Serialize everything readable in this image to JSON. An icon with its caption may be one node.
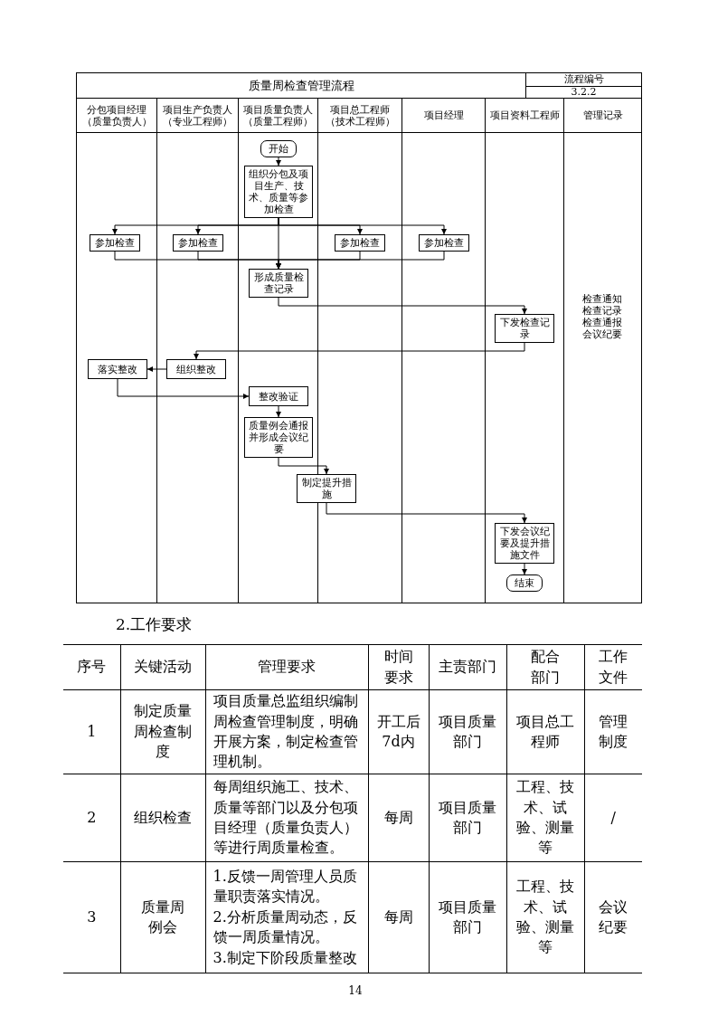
{
  "diagram": {
    "title": "质量周检查管理流程",
    "nodes": [
      {
        "text": [
          "分包项目经理（质量负责人）"
        ]
      },
      {
        "text": [
          "项目生产负责人（专业工程师）"
        ]
      },
      {
        "text": [
          "项目质量负责人（质量工程师）"
        ]
      },
      {
        "text": [
          "项目总工程师（技术工程师）"
        ]
      },
      {
        "text": [
          "项目经理"
        ]
      },
      {
        "text": [
          "项目资料工程师"
        ]
      },
      {
        "text": [
          "管理记录",
          "检查通知检查记录检查通报会议纪要"
        ]
      },
      {
        "text": [
          "开始"
        ],
        "in": 2
      },
      {
        "text": [
          "组织分包及项目生产、技术、质量等参加检查"
        ],
        "in": 2
      },
      {
        "text": [
          "参加检查"
        ],
        "in": 0
      },
      {
        "text": [
          "参加检查"
        ],
        "in": 1
      },
      {
        "text": [
          "参加检查"
        ],
        "in": 3
      },
      {
        "text": [
          "参加检查"
        ],
        "in": 4
      },
      {
        "text": [
          "形成质量检查记录"
        ],
        "in": 2
      },
      {
        "text": [
          "下发检查记录"
        ],
        "in": 5
      },
      {
        "text": [
          "落实整改"
        ],
        "in": 0
      },
      {
        "text": [
          "组织整改"
        ],
        "in": 1
      },
      {
        "text": [
          "整改验证"
        ],
        "in": 2
      },
      {
        "text": [
          "质量例会通报并形成会议纪要"
        ],
        "in": 2
      },
      {
        "text": [
          "制定提升措施"
        ]
      },
      {
        "text": [
          "下发会议纪要及提升措施文件"
        ],
        "in": 5
      },
      {
        "text": [
          "结束"
        ],
        "in": 5
      }
    ],
    "edges": [
      {
        "from": 7,
        "to": 8,
        "arrow": "to"
      },
      {
        "from": 8,
        "to": 9,
        "arrow": "to"
      },
      {
        "from": 8,
        "to": 10,
        "arrow": "to"
      },
      {
        "from": 8,
        "to": 11,
        "arrow": "to"
      },
      {
        "from": 8,
        "to": 12,
        "arrow": "to"
      },
      {
        "from": 8,
        "to": 13,
        "arrow": "to"
      },
      {
        "from": 9,
        "to": 13,
        "arrow": "to"
      },
      {
        "from": 10,
        "to": 13,
        "arrow": "to"
      },
      {
        "from": 11,
        "to": 13,
        "arrow": "to"
      },
      {
        "from": 12,
        "to": 13,
        "arrow": "to"
      },
      {
        "from": 13,
        "to": 14,
        "arrow": "to"
      },
      {
        "from": 14,
        "to": 16,
        "arrow": "to"
      },
      {
        "from": 16,
        "to": 15,
        "arrow": "to"
      },
      {
        "from": 15,
        "to": 17,
        "arrow": "to"
      },
      {
        "from": 17,
        "to": 18,
        "arrow": "to"
      },
      {
        "from": 18,
        "to": 19,
        "arrow": "to"
      },
      {
        "from": 19,
        "to": 20,
        "arrow": "to"
      },
      {
        "from": 20,
        "to": 21,
        "arrow": "to"
      }
    ],
    "labels": [
      "流程编号",
      "3.2.2",
      "2.工作要求",
      "序号",
      "关键活动",
      "管理要求",
      "时间要求",
      "主责部门",
      "配合部门",
      "工作文件",
      "1",
      "制定质量周检查制度",
      "项目质量总监组织编制周检查管理制度，明确开展方案，制定检查管理机制。",
      "开工后7d内",
      "项目质量部门",
      "项目总工程师",
      "管理制度",
      "2",
      "组织检查",
      "每周组织施工、技术、质量等部门以及分包项目经理（质量负责人）等进行周质量检查。",
      "每周",
      "项目质量部门",
      "工程、技术、试验、测量等",
      "/",
      "3",
      "质量周例会",
      "1.反馈一周管理人员质量职责落实情况。",
      "2.分析质量周动态，反馈一周质量情况。",
      "3.制定下阶段质量整改",
      "每周",
      "项目质量部门",
      "工程、技术、试验、测量等",
      "会议纪要",
      "14"
    ]
  }
}
